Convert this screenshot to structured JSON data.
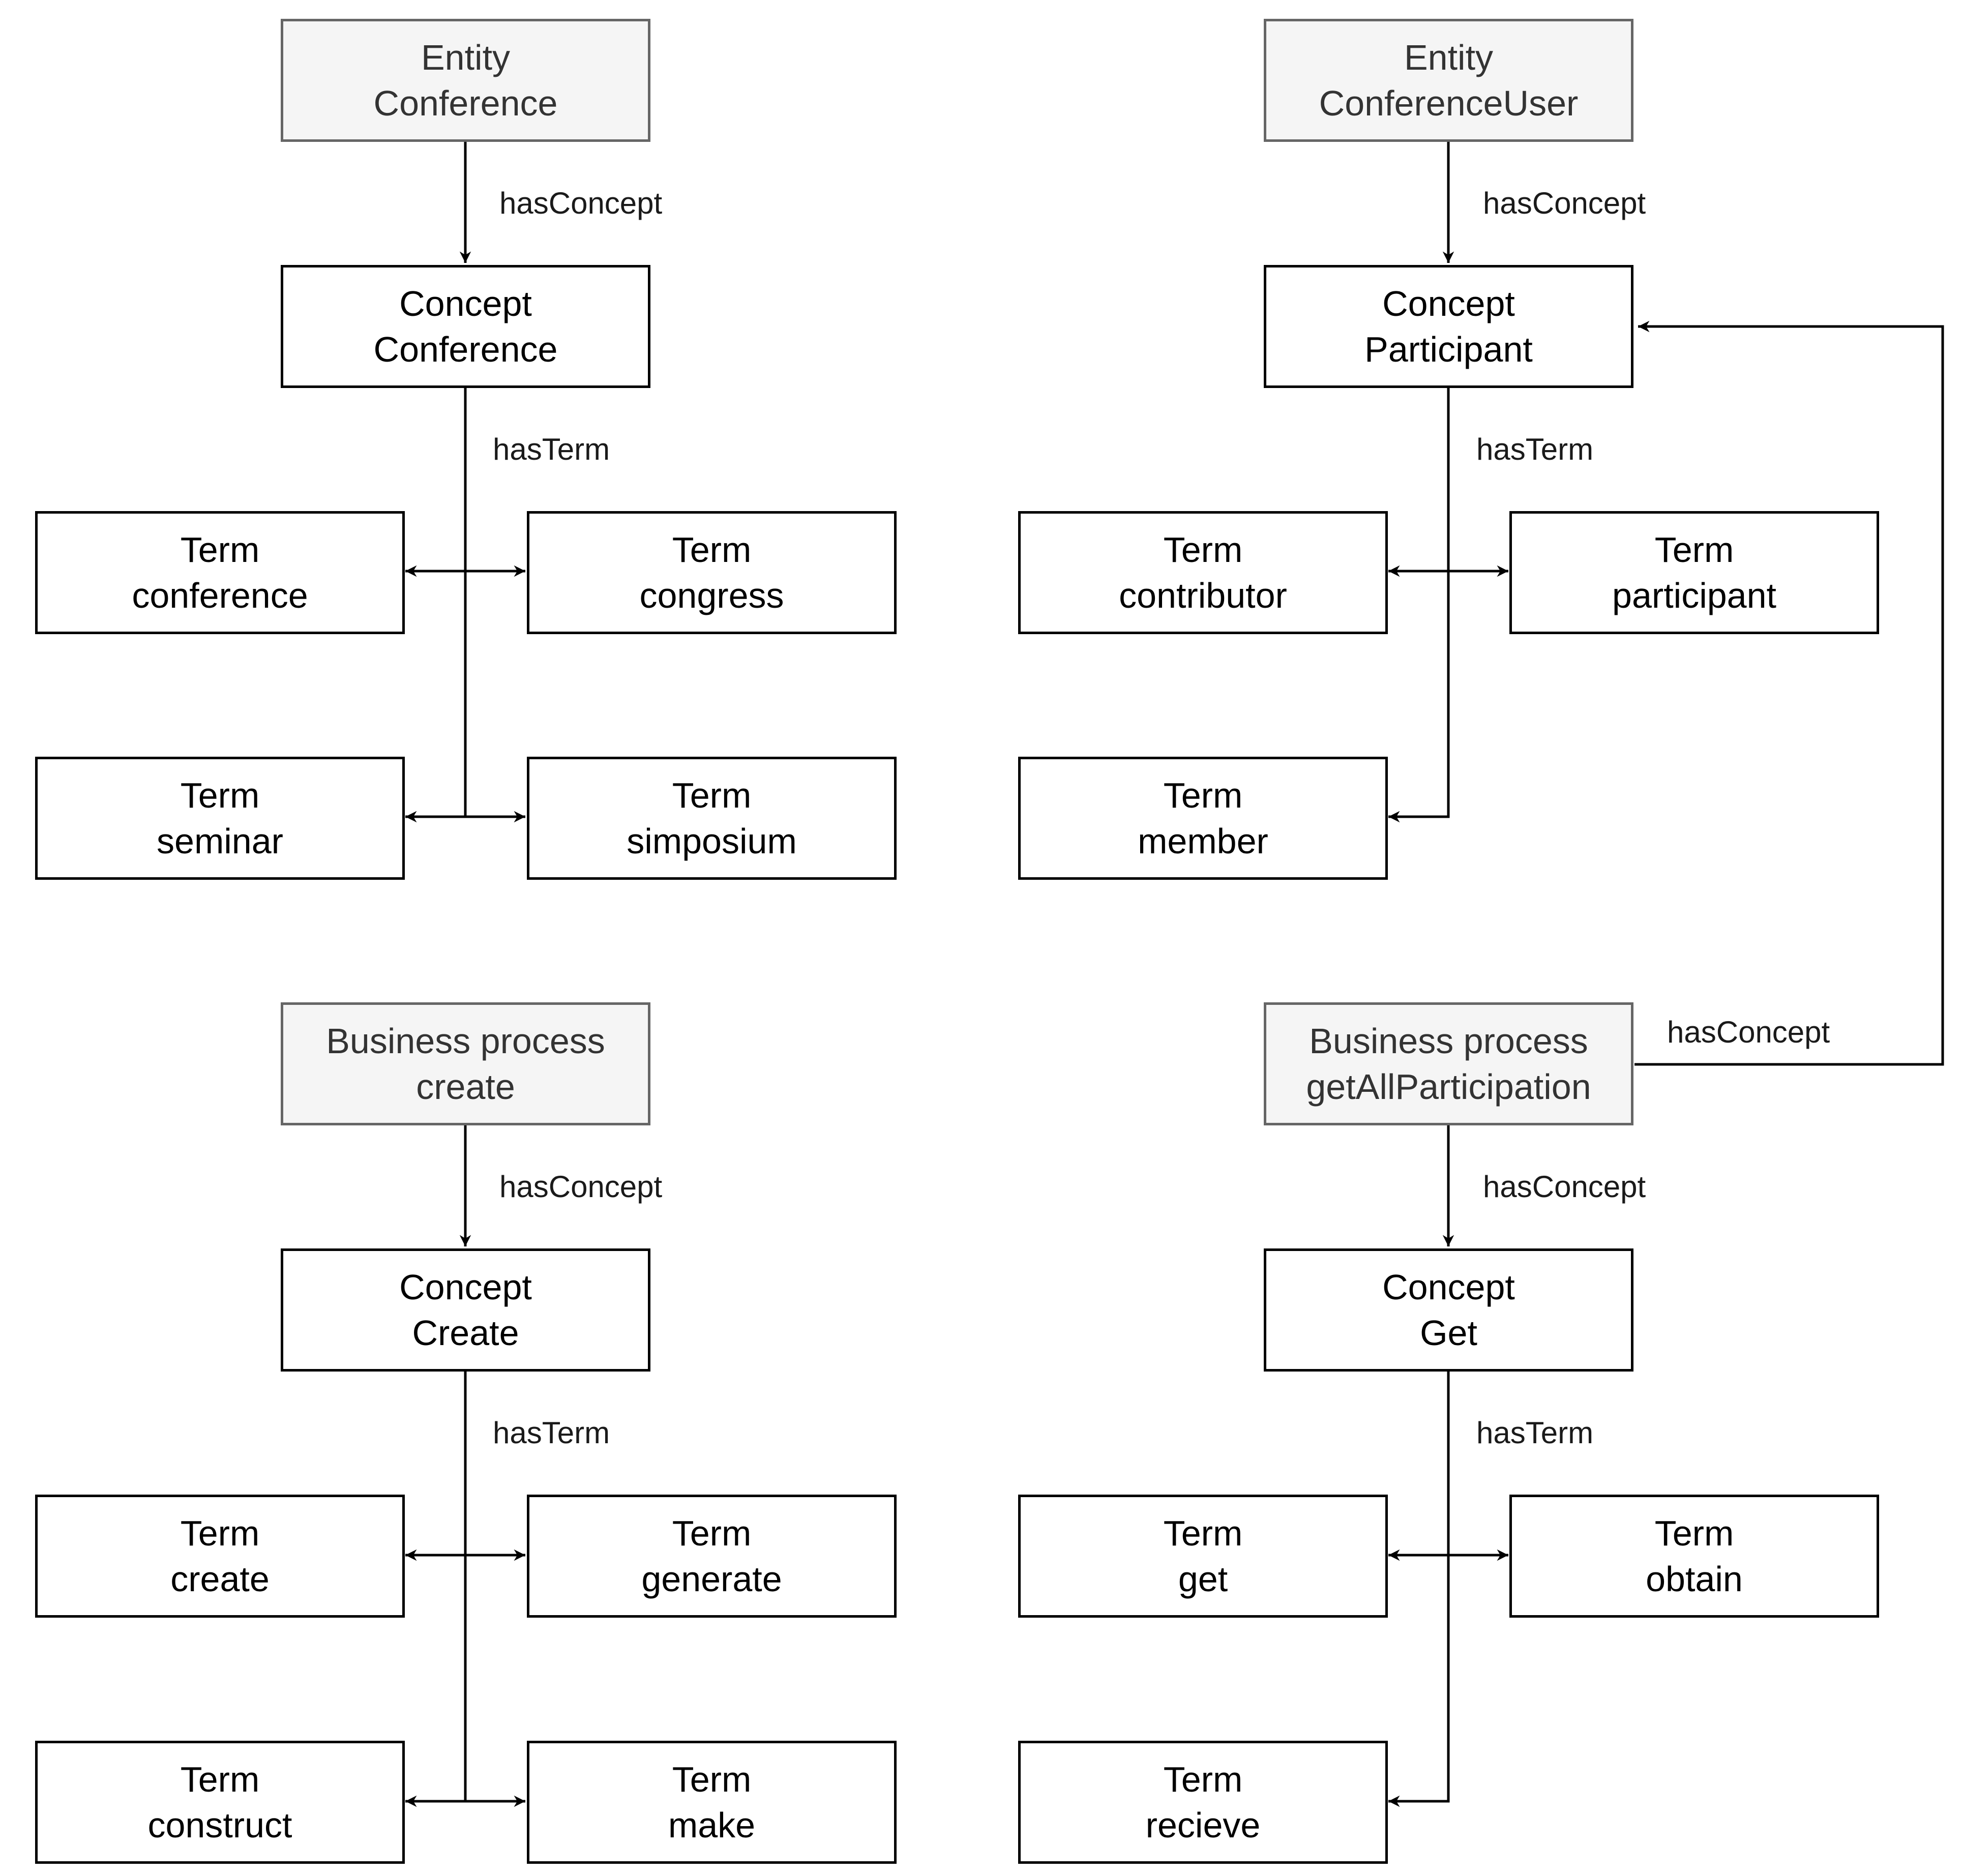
{
  "nodes": {
    "entity_conference": {
      "line1": "Entity",
      "line2": "Conference"
    },
    "concept_conference": {
      "line1": "Concept",
      "line2": "Conference"
    },
    "term_conference": {
      "line1": "Term",
      "line2": "conference"
    },
    "term_congress": {
      "line1": "Term",
      "line2": "congress"
    },
    "term_seminar": {
      "line1": "Term",
      "line2": "seminar"
    },
    "term_simposium": {
      "line1": "Term",
      "line2": "simposium"
    },
    "entity_conferenceuser": {
      "line1": "Entity",
      "line2": "ConferenceUser"
    },
    "concept_participant": {
      "line1": "Concept",
      "line2": "Participant"
    },
    "term_contributor": {
      "line1": "Term",
      "line2": "contributor"
    },
    "term_participant": {
      "line1": "Term",
      "line2": "participant"
    },
    "term_member": {
      "line1": "Term",
      "line2": "member"
    },
    "bp_create": {
      "line1": "Business process",
      "line2": "create"
    },
    "concept_create": {
      "line1": "Concept",
      "line2": "Create"
    },
    "term_create": {
      "line1": "Term",
      "line2": "create"
    },
    "term_generate": {
      "line1": "Term",
      "line2": "generate"
    },
    "term_construct": {
      "line1": "Term",
      "line2": "construct"
    },
    "term_make": {
      "line1": "Term",
      "line2": "make"
    },
    "bp_getall": {
      "line1": "Business process",
      "line2": "getAllParticipation"
    },
    "concept_get": {
      "line1": "Concept",
      "line2": "Get"
    },
    "term_get": {
      "line1": "Term",
      "line2": "get"
    },
    "term_obtain": {
      "line1": "Term",
      "line2": "obtain"
    },
    "term_recieve": {
      "line1": "Term",
      "line2": "recieve"
    }
  },
  "edge_labels": {
    "has_concept_1": "hasConcept",
    "has_term_1": "hasTerm",
    "has_concept_2": "hasConcept",
    "has_term_2": "hasTerm",
    "has_concept_3": "hasConcept",
    "has_term_3": "hasTerm",
    "has_concept_4": "hasConcept",
    "has_term_4": "hasTerm",
    "has_concept_5": "hasConcept"
  },
  "colors": {
    "stroke": "#000000",
    "entity_fill": "#f5f5f5",
    "entity_border": "#666666",
    "entity_text": "#333333"
  }
}
